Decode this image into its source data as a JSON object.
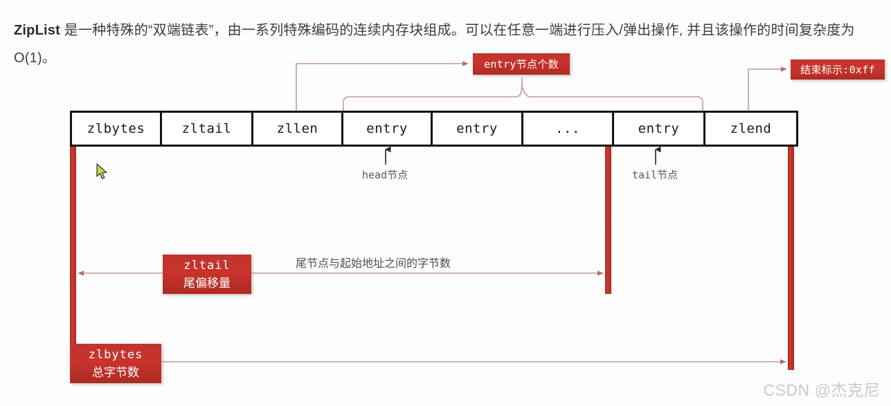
{
  "intro": {
    "strong": "ZipList",
    "text": " 是一种特殊的“双端链表”，由一系列特殊编码的连续内存块组成。可以在任意一端进行压入/弹出操作, 并且该操作的时间复杂度为 O(1)。"
  },
  "struct": {
    "cells": [
      {
        "label": "zlbytes",
        "width": 130
      },
      {
        "label": "zltail",
        "width": 132
      },
      {
        "label": "zllen",
        "width": 130
      },
      {
        "label": "entry",
        "width": 129
      },
      {
        "label": "entry",
        "width": 131
      },
      {
        "label": "...",
        "width": 131
      },
      {
        "label": "entry",
        "width": 132
      },
      {
        "label": "zlend",
        "width": 131
      }
    ]
  },
  "labels": {
    "entry_count": "entry节点个数",
    "zlend_mark": "结束标示:0xff",
    "zltail_title": "zltail",
    "zltail_sub": "尾偏移量",
    "zlbytes_title": "zlbytes",
    "zlbytes_sub": "总字节数"
  },
  "notes": {
    "head": "head节点",
    "tail": "tail节点",
    "offset": "尾节点与起始地址之间的字节数"
  },
  "watermark": "CSDN @杰克尼",
  "colors": {
    "red_label": "#c4332b",
    "red_bar": "#c0392f",
    "connector": "#c09a96",
    "border": "#121212",
    "text": "#3d3d3d"
  }
}
